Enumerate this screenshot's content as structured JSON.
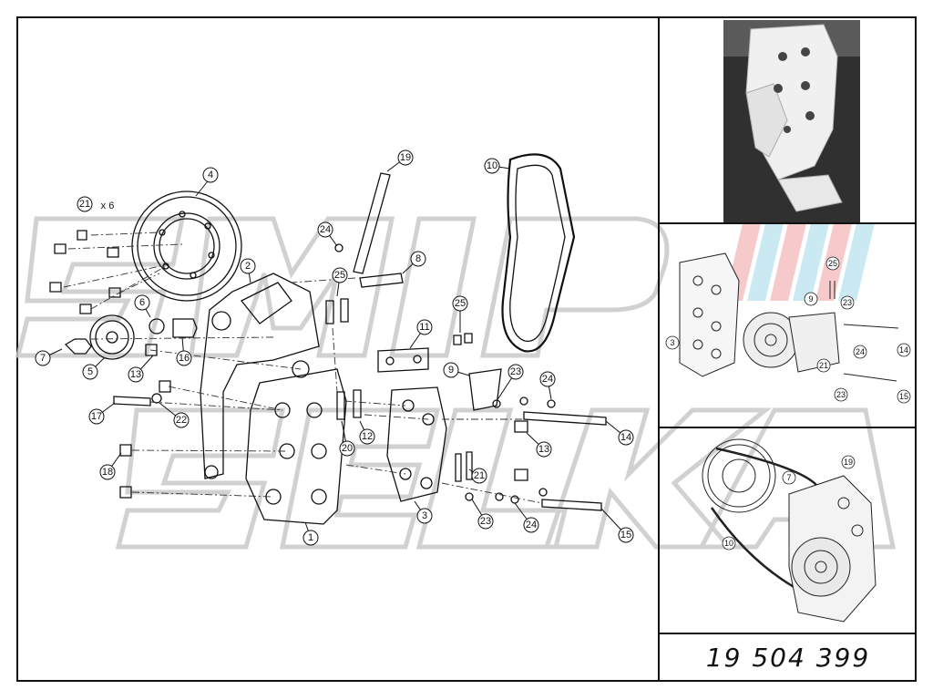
{
  "diagram": {
    "part_number": "19 504 399",
    "watermark_text": "SMIP ŠELKA",
    "main_callouts": [
      {
        "id": "c1",
        "label": "1"
      },
      {
        "id": "c2",
        "label": "2"
      },
      {
        "id": "c3",
        "label": "3"
      },
      {
        "id": "c4",
        "label": "4"
      },
      {
        "id": "c5",
        "label": "5"
      },
      {
        "id": "c6",
        "label": "6"
      },
      {
        "id": "c7",
        "label": "7"
      },
      {
        "id": "c8",
        "label": "8"
      },
      {
        "id": "c9",
        "label": "9"
      },
      {
        "id": "c10",
        "label": "10"
      },
      {
        "id": "c11",
        "label": "11"
      },
      {
        "id": "c12",
        "label": "12"
      },
      {
        "id": "c13a",
        "label": "13"
      },
      {
        "id": "c13b",
        "label": "13"
      },
      {
        "id": "c14",
        "label": "14"
      },
      {
        "id": "c15",
        "label": "15"
      },
      {
        "id": "c16",
        "label": "16"
      },
      {
        "id": "c17",
        "label": "17"
      },
      {
        "id": "c18",
        "label": "18"
      },
      {
        "id": "c19",
        "label": "19"
      },
      {
        "id": "c20",
        "label": "20"
      },
      {
        "id": "c21a",
        "label": "21"
      },
      {
        "id": "c21b",
        "label": "21"
      },
      {
        "id": "c22",
        "label": "22"
      },
      {
        "id": "c23a",
        "label": "23"
      },
      {
        "id": "c23b",
        "label": "23"
      },
      {
        "id": "c24a",
        "label": "24"
      },
      {
        "id": "c24b",
        "label": "24"
      },
      {
        "id": "c24c",
        "label": "24"
      },
      {
        "id": "c25a",
        "label": "25"
      },
      {
        "id": "c25b",
        "label": "25"
      }
    ],
    "quantity_note": "x 6",
    "detail_callouts": [
      {
        "id": "d3",
        "label": "3"
      },
      {
        "id": "d9",
        "label": "9"
      },
      {
        "id": "d14",
        "label": "14"
      },
      {
        "id": "d15",
        "label": "15"
      },
      {
        "id": "d21",
        "label": "21"
      },
      {
        "id": "d23a",
        "label": "23"
      },
      {
        "id": "d23b",
        "label": "23"
      },
      {
        "id": "d24",
        "label": "24"
      },
      {
        "id": "d25",
        "label": "25"
      }
    ],
    "routing_callouts": [
      {
        "id": "r7",
        "label": "7"
      },
      {
        "id": "r10",
        "label": "10"
      },
      {
        "id": "r19",
        "label": "19"
      }
    ]
  },
  "colors": {
    "line": "#111111",
    "watermark": "#c8c8c8",
    "accent_red": "#f0a0a0",
    "accent_blue": "#a0d8e8"
  }
}
